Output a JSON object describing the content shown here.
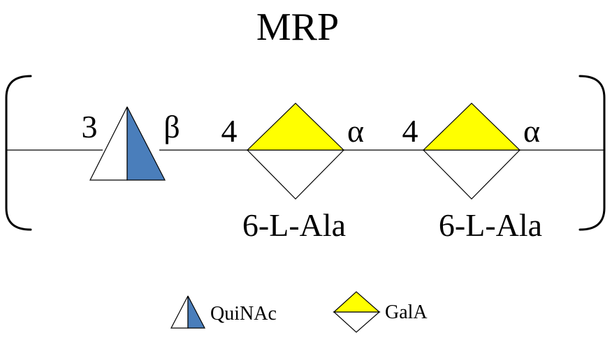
{
  "title": "MRP",
  "chain": {
    "residue1": {
      "name": "QuiNAc",
      "linkage_position": "3",
      "anomer": "β"
    },
    "residue2": {
      "name": "GalA",
      "linkage_position": "4",
      "anomer": "α",
      "substituent": "6-L-Ala"
    },
    "residue3": {
      "name": "GalA",
      "linkage_position": "4",
      "anomer": "α",
      "substituent": "6-L-Ala"
    }
  },
  "legend": {
    "items": [
      {
        "label": "QuiNAc",
        "icon": "quinac-half-triangle-icon"
      },
      {
        "label": "GalA",
        "icon": "gala-diamond-icon"
      }
    ]
  },
  "colors": {
    "quinac_fill": "#4a7ebb",
    "gala_fill": "#ffff00",
    "line": "#000000",
    "background": "#ffffff"
  }
}
